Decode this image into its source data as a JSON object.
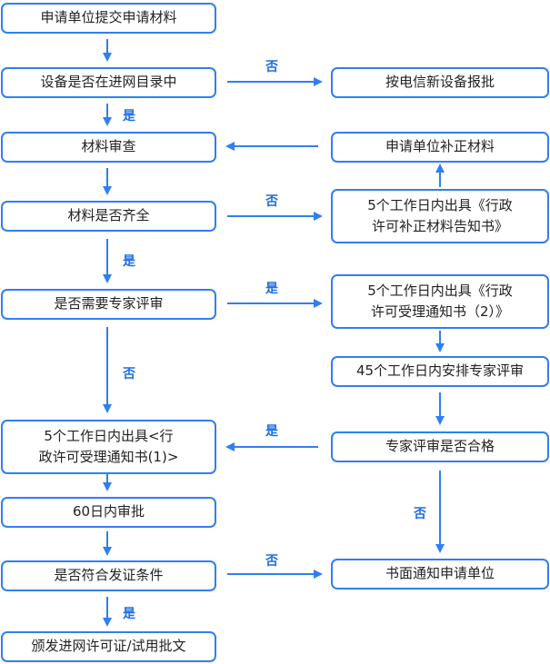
{
  "nodes": {
    "submit": "申请单位提交申请材料",
    "in_catalog": "设备是否在进网目录中",
    "new_device": "按电信新设备报批",
    "review": "材料审查",
    "supplement": "申请单位补正材料",
    "complete": "材料是否齐全",
    "notice_correction_l1": "5个工作日内出具《行政",
    "notice_correction_l2": "许可补正材料告知书》",
    "need_expert": "是否需要专家评审",
    "notice_accept2_l1": "5个工作日内出具《行政",
    "notice_accept2_l2": "许可受理通知书（2）》",
    "arrange_expert": "45个工作日内安排专家评审",
    "notice_accept1_l1": "5个工作日内出具<行",
    "notice_accept1_l2": "政许可受理通知书(1)>",
    "expert_pass": "专家评审是否合格",
    "approve60": "60日内审批",
    "written_notice": "书面通知申请单位",
    "meets_conditions": "是否符合发证条件",
    "issue_license": "颁发进网许可证/试用批文"
  },
  "labels": {
    "no": "否",
    "yes": "是"
  },
  "colors": {
    "accent": "#2f7ff0",
    "label": "#1e6fe0"
  }
}
